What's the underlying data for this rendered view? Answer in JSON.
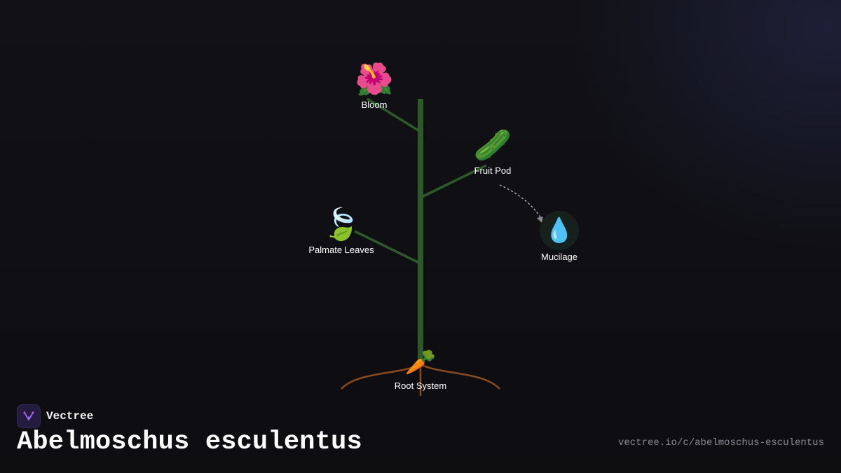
{
  "diagram": {
    "nodes": [
      {
        "id": "bloom",
        "label": "Bloom",
        "icon": "hibiscus-icon",
        "glyph": "🌺"
      },
      {
        "id": "fruit-pod",
        "label": "Fruit Pod",
        "icon": "cucumber-icon",
        "glyph": "🥒"
      },
      {
        "id": "palmate-leaves",
        "label": "Palmate Leaves",
        "icon": "leaf-fluttering-icon",
        "glyph": "🍃"
      },
      {
        "id": "mucilage",
        "label": "Mucilage",
        "icon": "droplet-icon",
        "glyph": "💧"
      },
      {
        "id": "root-system",
        "label": "Root System",
        "icon": "carrot-icon",
        "glyph": "🥕"
      }
    ],
    "edges": [
      {
        "from": "fruit-pod",
        "to": "mucilage",
        "style": "dashed"
      }
    ],
    "colors": {
      "stem": "#2e5a2a",
      "roots": "#8b4a1c",
      "mucilage_bg": "#16211d",
      "background": "#111116"
    }
  },
  "brand": {
    "name": "Vectree",
    "logo_icon": "vectree-logo-icon"
  },
  "title": "Abelmoschus esculentus",
  "url": "vectree.io/c/abelmoschus-esculentus"
}
